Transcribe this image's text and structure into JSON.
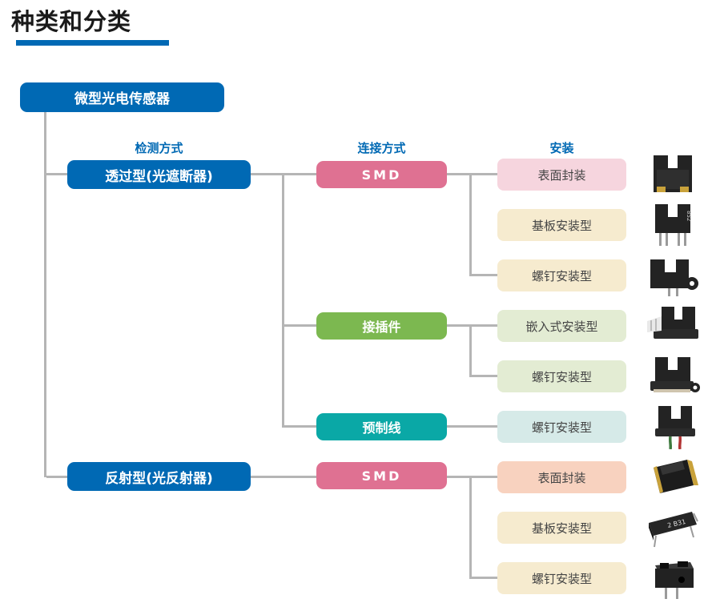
{
  "title": "种类和分类",
  "root": {
    "label": "微型光电传感器"
  },
  "columns": {
    "detection": "检测方式",
    "connection": "连接方式",
    "mounting": "安装"
  },
  "detection": [
    {
      "label": "透过型(光遮断器)"
    },
    {
      "label": "反射型(光反射器)"
    }
  ],
  "connection": [
    {
      "label": "SMD",
      "color": "#df7192"
    },
    {
      "label": "接插件",
      "color": "#7cb850"
    },
    {
      "label": "预制线",
      "color": "#0aa8a6"
    },
    {
      "label": "SMD",
      "color": "#df7192"
    }
  ],
  "mounting": [
    {
      "label": "表面封装",
      "color": "#f6d5de",
      "icon": "slot-sensor-smd"
    },
    {
      "label": "基板安装型",
      "color": "#f6ebcf",
      "icon": "slot-sensor-pcb"
    },
    {
      "label": "螺钉安装型",
      "color": "#f6ebcf",
      "icon": "slot-sensor-screw"
    },
    {
      "label": "嵌入式安装型",
      "color": "#e3ecd3",
      "icon": "slot-sensor-connector"
    },
    {
      "label": "螺钉安装型",
      "color": "#e3ecd3",
      "icon": "slot-sensor-screw-tab"
    },
    {
      "label": "螺钉安装型",
      "color": "#d6eae8",
      "icon": "slot-sensor-prewired"
    },
    {
      "label": "表面封装",
      "color": "#f8d2bf",
      "icon": "reflective-sensor-smd"
    },
    {
      "label": "基板安装型",
      "color": "#f6ebcf",
      "icon": "reflective-sensor-pcb"
    },
    {
      "label": "螺钉安装型",
      "color": "#f6ebcf",
      "icon": "reflective-sensor-screw"
    }
  ],
  "photo_markings": {
    "pcb_slot": "852",
    "pcb_reflective": "2 B31"
  },
  "colors": {
    "accent_blue": "#0069b4",
    "line_gray": "#b5b5b5",
    "pink": "#df7192",
    "green": "#7cb850",
    "teal": "#0aa8a6",
    "light_pink": "#f6d5de",
    "cream": "#f6ebcf",
    "light_green": "#e3ecd3",
    "light_teal": "#d6eae8",
    "salmon": "#f8d2bf",
    "title_text": "#1a1a1a"
  }
}
